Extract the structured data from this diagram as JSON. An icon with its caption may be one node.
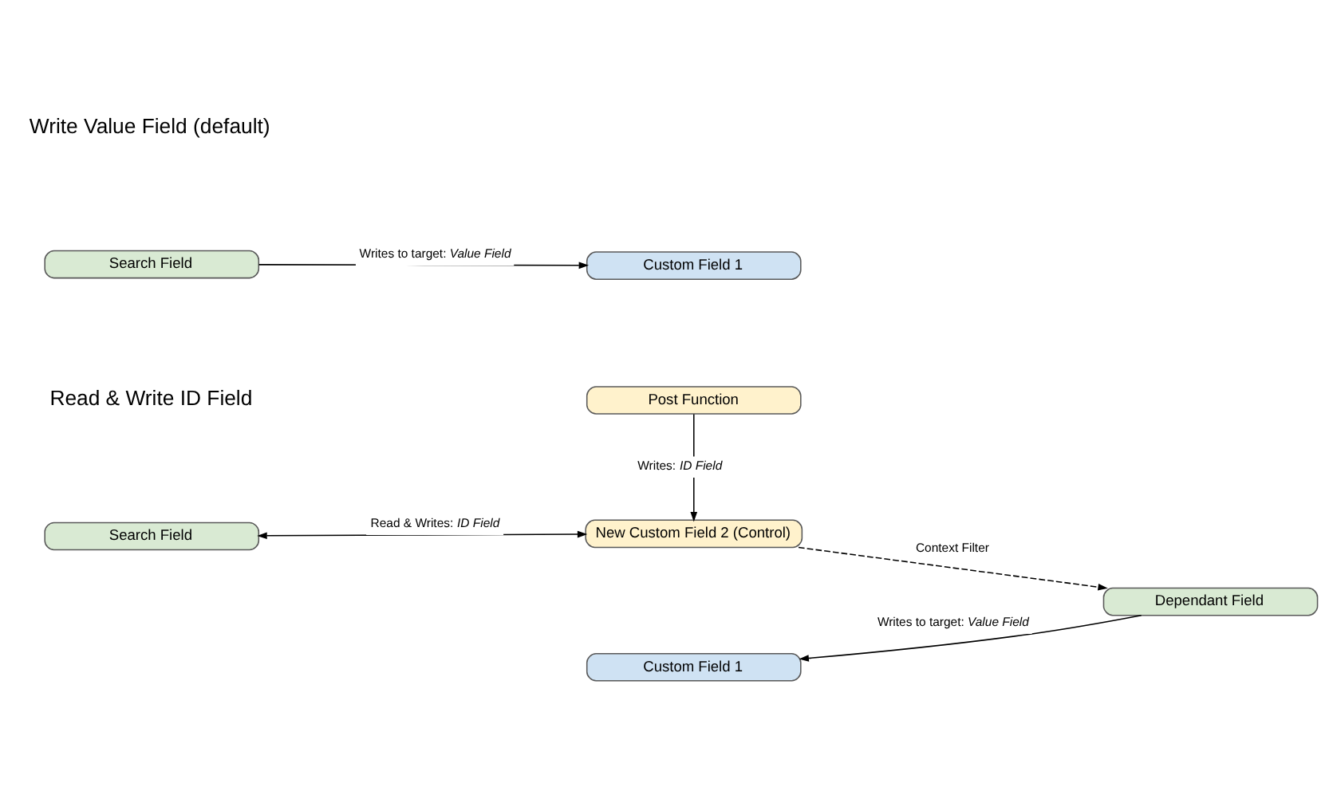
{
  "diagram": {
    "nodes": [
      {
        "text": [
          "Search Field"
        ]
      },
      {
        "text": [
          "Custom Field 1"
        ]
      },
      {
        "text": [
          "Post Function"
        ]
      },
      {
        "text": [
          "Search Field"
        ]
      },
      {
        "text": [
          "New Custom Field 2 (Control)"
        ]
      },
      {
        "text": [
          "Dependant Field"
        ]
      },
      {
        "text": [
          "Custom Field 1"
        ]
      }
    ],
    "edges": [
      {
        "from": 0,
        "to": 1,
        "arrow": "to",
        "label": "Writes to target: *Value Field*"
      },
      {
        "from": 2,
        "to": 4,
        "arrow": "to",
        "label": "Writes: *ID Field*"
      },
      {
        "from": 3,
        "to": 4,
        "arrow": "both",
        "label": "Read & Writes: *ID Field*"
      },
      {
        "from": 4,
        "to": 5,
        "arrow": "to",
        "label": "Context Filter",
        "style": "dashed"
      },
      {
        "from": 5,
        "to": 6,
        "arrow": "to",
        "label": "Writes to target: *Value Field*"
      }
    ],
    "labels": [
      "Write Value Field (default)",
      "Read & Write ID Field"
    ]
  }
}
